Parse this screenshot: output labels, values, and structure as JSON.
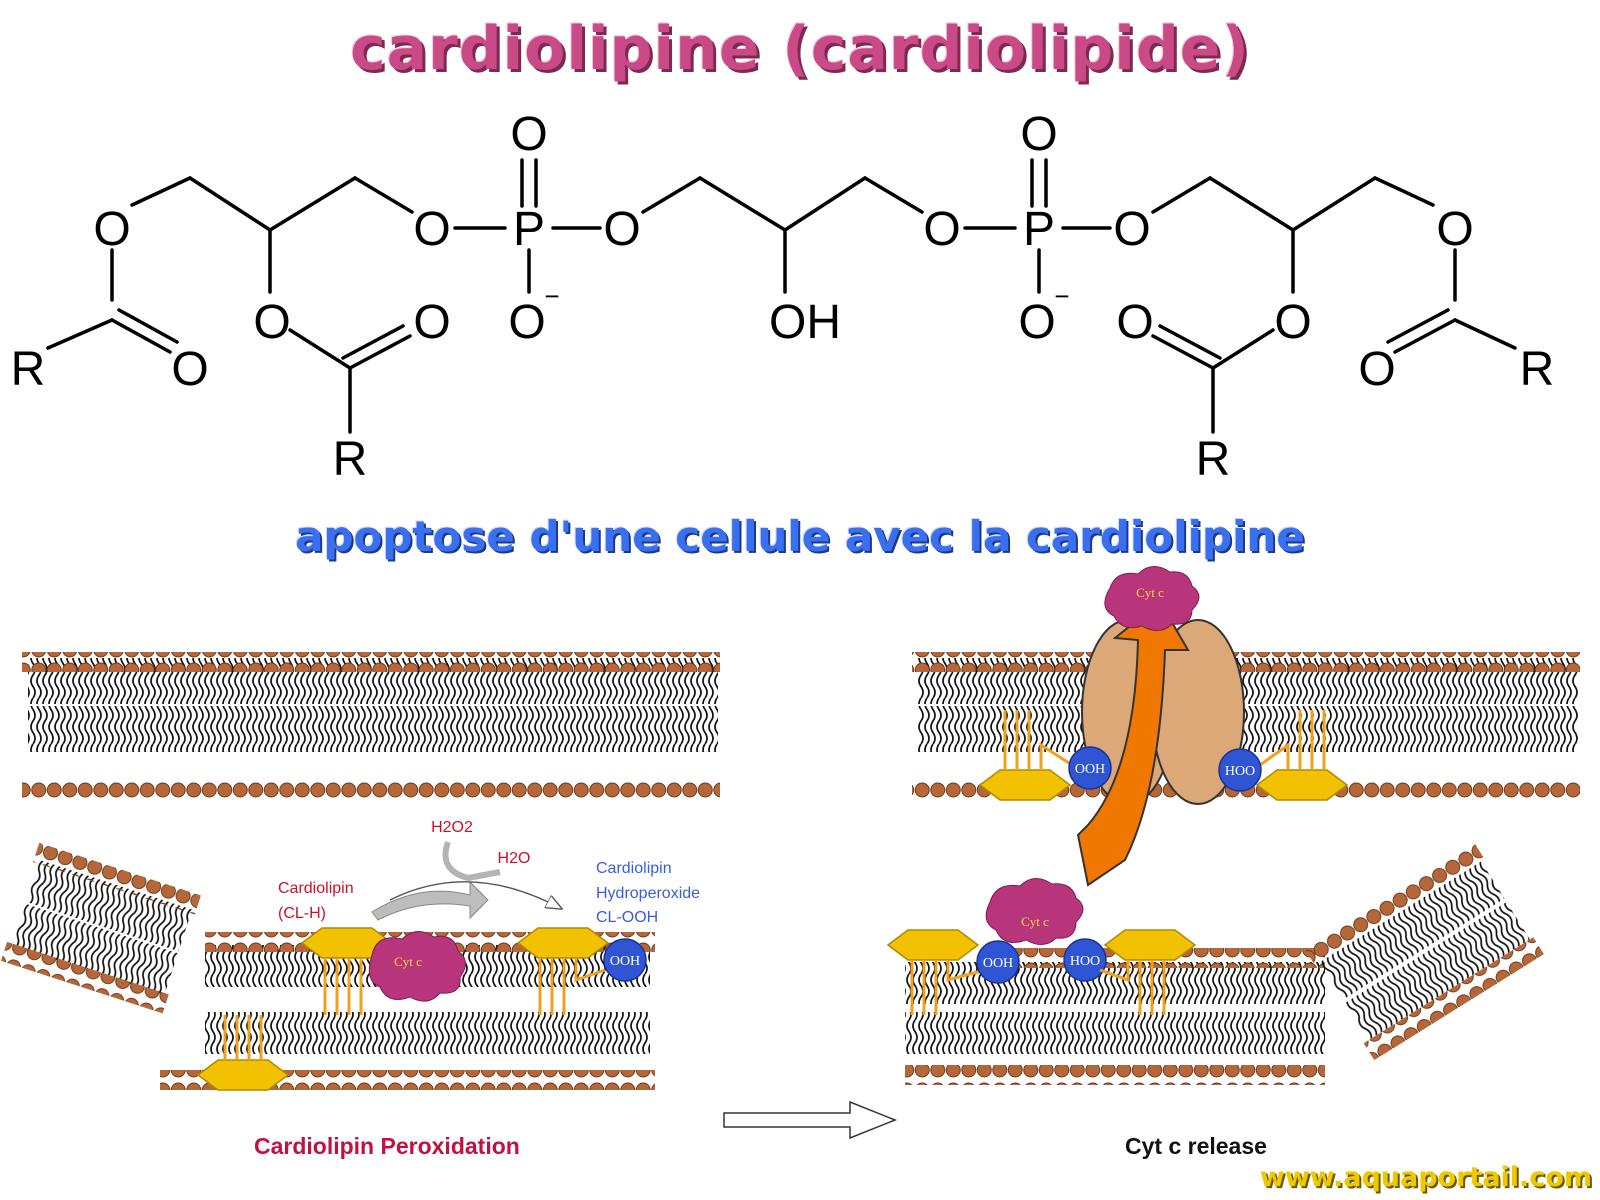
{
  "title": "cardiolipine (cardiolipide)",
  "subtitle": "apoptose d'une cellule avec la cardiolipine",
  "structure": {
    "atom_O": "O",
    "atom_P": "P",
    "atom_R": "R",
    "group_OH": "OH",
    "charge": "−"
  },
  "left_panel": {
    "caption": "Cardiolipin Peroxidation",
    "h2o2": "H2O2",
    "h2o": "H2O",
    "cardiolipin_line1": "Cardiolipin",
    "cardiolipin_line2": "(CL-H)",
    "hydroperoxide_line1": "Cardiolipin",
    "hydroperoxide_line2": "Hydroperoxide",
    "hydroperoxide_line3": "CL-OOH",
    "cyt_c": "Cyt c",
    "ooh": "OOH"
  },
  "right_panel": {
    "caption": "Cyt c release",
    "cyt_c": "Cyt c",
    "ooh": "OOH",
    "hoo": "HOO"
  },
  "website": "www.aquaportail.com",
  "colors": {
    "title": "#c94a86",
    "subtitle": "#3a6ff0",
    "lipid_head": "#b5673a",
    "cardiolipin_hexagon": "#f2c200",
    "cardiolipin_tails": "#f0a020",
    "cyt_c": "#b8357c",
    "peroxide_group": "#2f55d4",
    "pore_protein": "#dca878",
    "release_arrow": "#f07800",
    "label_red": "#d0102a",
    "label_blue": "#3a5ce0",
    "caption_red": "#c41040",
    "website": "#f0c800"
  }
}
